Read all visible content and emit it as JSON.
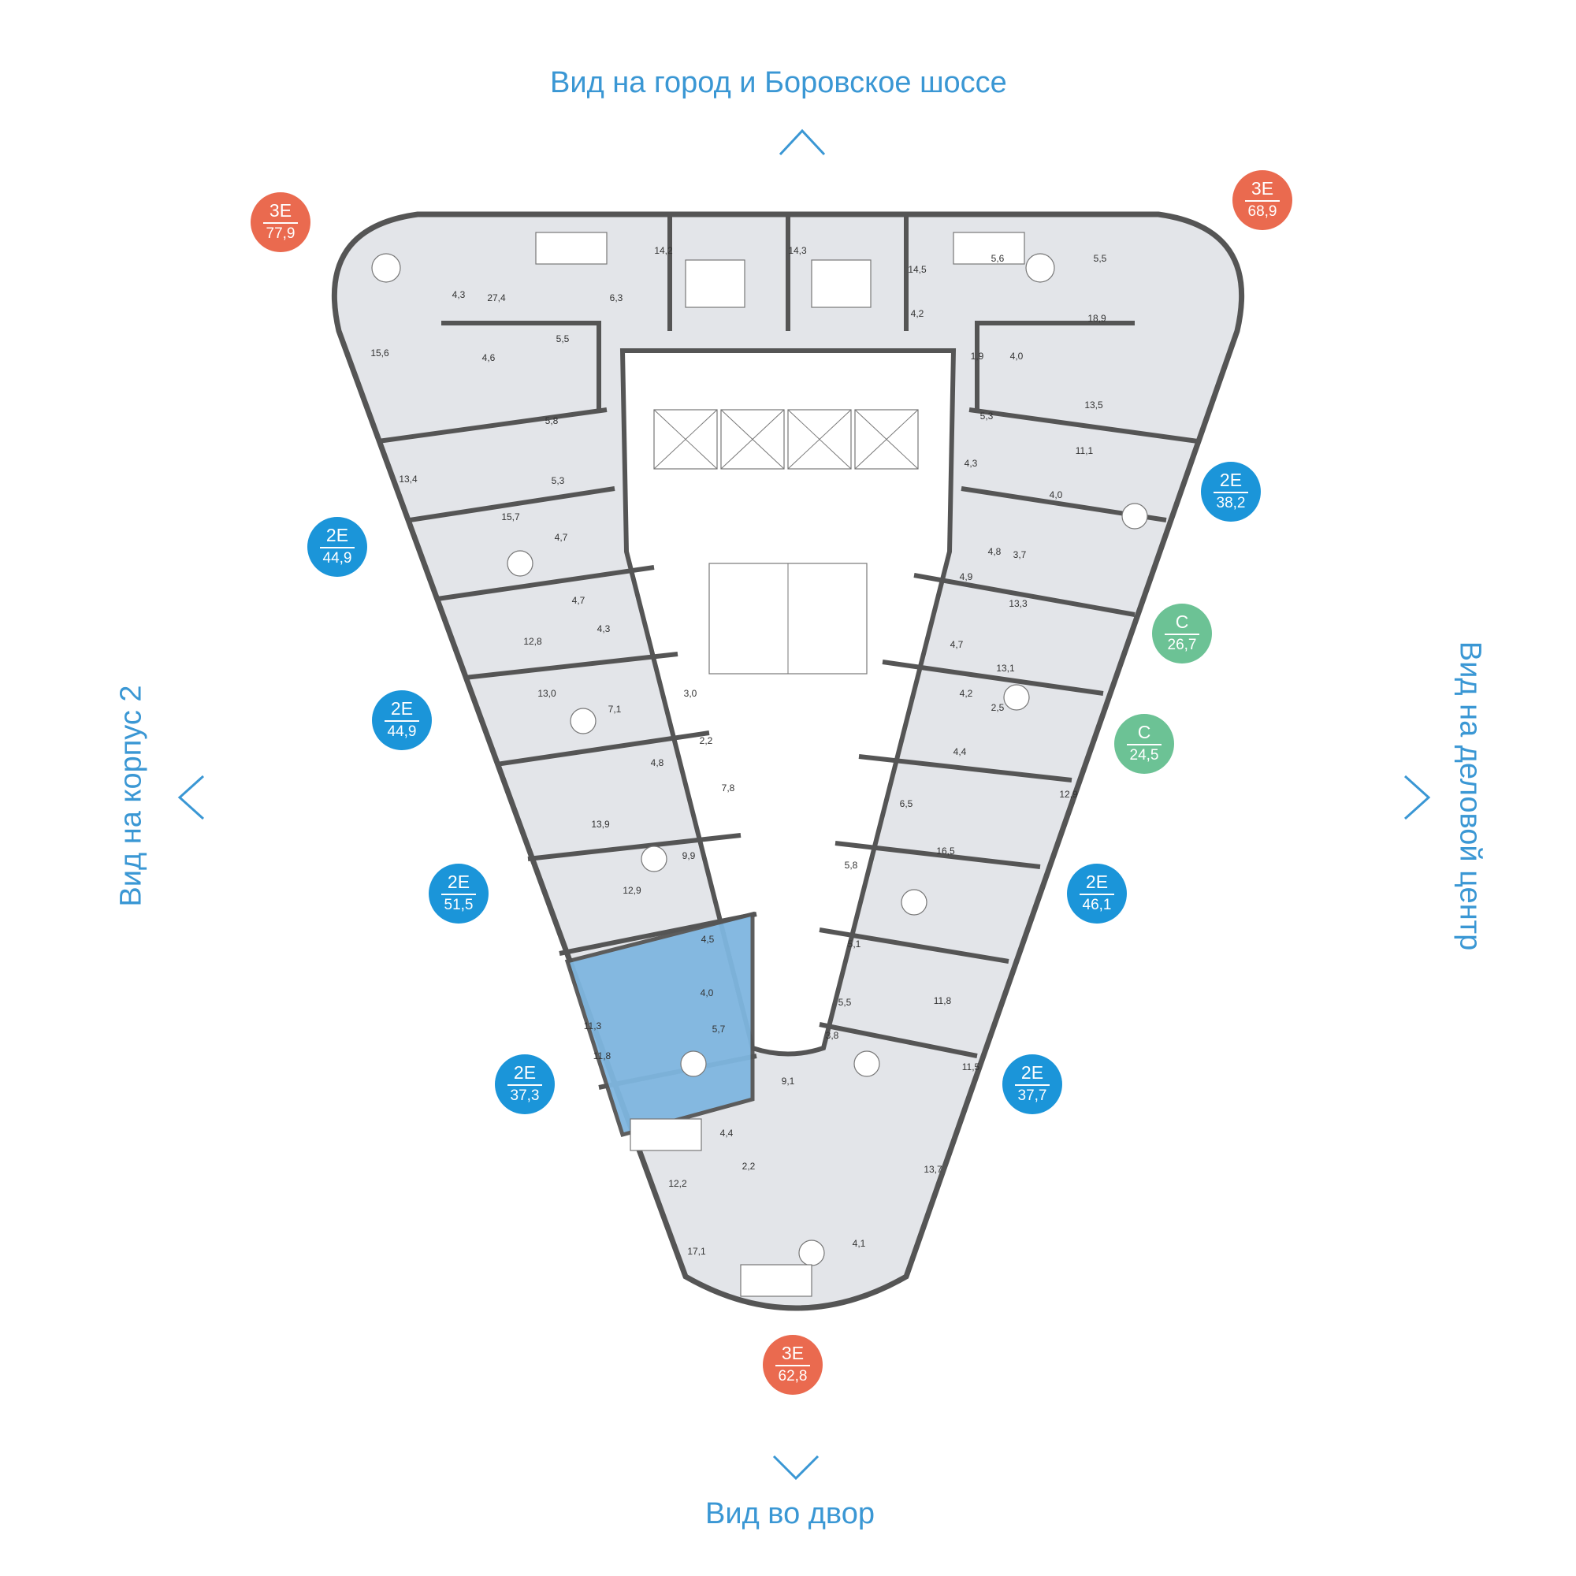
{
  "views": {
    "top": "Вид на город и Боровское шоссе",
    "left": "Вид на корпус 2",
    "right": "Вид на деловой центр",
    "bottom": "Вид во двор"
  },
  "colors": {
    "accent": "#3a97d4",
    "three_room": "#ea6a4f",
    "two_room": "#1b95d9",
    "studio": "#6cc295",
    "floor": "#e3e5e9",
    "selected": "#7fb6e0"
  },
  "apartments": [
    {
      "type": "3E",
      "area": "77,9",
      "color": "three_room"
    },
    {
      "type": "3E",
      "area": "68,9",
      "color": "three_room"
    },
    {
      "type": "2E",
      "area": "44,9",
      "color": "two_room"
    },
    {
      "type": "2E",
      "area": "44,9",
      "color": "two_room"
    },
    {
      "type": "2E",
      "area": "51,5",
      "color": "two_room"
    },
    {
      "type": "2E",
      "area": "37,3",
      "color": "two_room"
    },
    {
      "type": "2E",
      "area": "38,2",
      "color": "two_room"
    },
    {
      "type": "С",
      "area": "26,7",
      "color": "studio"
    },
    {
      "type": "С",
      "area": "24,5",
      "color": "studio"
    },
    {
      "type": "2E",
      "area": "46,1",
      "color": "two_room"
    },
    {
      "type": "2E",
      "area": "37,7",
      "color": "two_room"
    },
    {
      "type": "3E",
      "area": "62,8",
      "color": "three_room"
    }
  ],
  "rooms": [
    "27,4",
    "14,2",
    "14,3",
    "14,5",
    "5,6",
    "5,5",
    "4,3",
    "6,3",
    "4,2",
    "18,9",
    "15,6",
    "5,5",
    "4,6",
    "1,9",
    "4,0",
    "5,8",
    "5,3",
    "13,5",
    "13,4",
    "5,3",
    "15,7",
    "4,3",
    "11,1",
    "4,0",
    "4,7",
    "4,8",
    "3,7",
    "4,7",
    "12,8",
    "4,9",
    "13,3",
    "4,3",
    "4,7",
    "13,0",
    "7,1",
    "3,0",
    "13,1",
    "4,2",
    "2,5",
    "2,2",
    "4,8",
    "4,4",
    "12,9",
    "7,8",
    "13,9",
    "6,5",
    "9,9",
    "16,5",
    "5,8",
    "12,9",
    "4,5",
    "5,1",
    "4,0",
    "11,8",
    "5,5",
    "11,3",
    "5,7",
    "3,8",
    "11,8",
    "9,1",
    "11,5",
    "4,4",
    "2,2",
    "12,2",
    "13,7",
    "17,1",
    "4,1"
  ]
}
